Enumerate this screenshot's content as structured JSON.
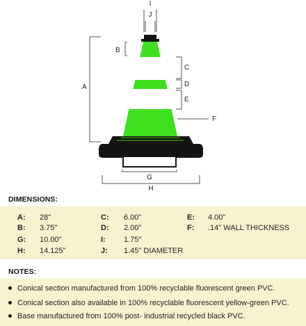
{
  "labels": {
    "A": "A",
    "B": "B",
    "C": "C",
    "D": "D",
    "E": "E",
    "F": "F",
    "G": "G",
    "H": "H",
    "I": "I",
    "J": "J"
  },
  "colors": {
    "green": "#3ddf1e",
    "white": "#ffffff",
    "black": "#141414",
    "band": "#f8f2cf",
    "line": "#555555"
  },
  "dimensions": {
    "title": "DIMENSIONS:",
    "items": [
      {
        "key": "A:",
        "value": "28\""
      },
      {
        "key": "B:",
        "value": "3.75\""
      },
      {
        "key": "G:",
        "value": "10.00\""
      },
      {
        "key": "H:",
        "value": "14.125\""
      },
      {
        "key": "C:",
        "value": "6.00\""
      },
      {
        "key": "D:",
        "value": "2.00\""
      },
      {
        "key": "I:",
        "value": "1.75\""
      },
      {
        "key": "J:",
        "value": "1.45\" DIAMETER"
      },
      {
        "key": "E:",
        "value": "4.00\""
      },
      {
        "key": "F:",
        "value": ".14\" WALL THICKNESS"
      }
    ]
  },
  "notes": {
    "title": "NOTES:",
    "items": [
      "Conical section manufactured from 100% recyclable fluorescent green PVC.",
      "Conical section also available in 100% recyclable fluorescent yellow-green PVC.",
      "Base manufactured from 100% post- industrial recycled black PVC."
    ]
  }
}
